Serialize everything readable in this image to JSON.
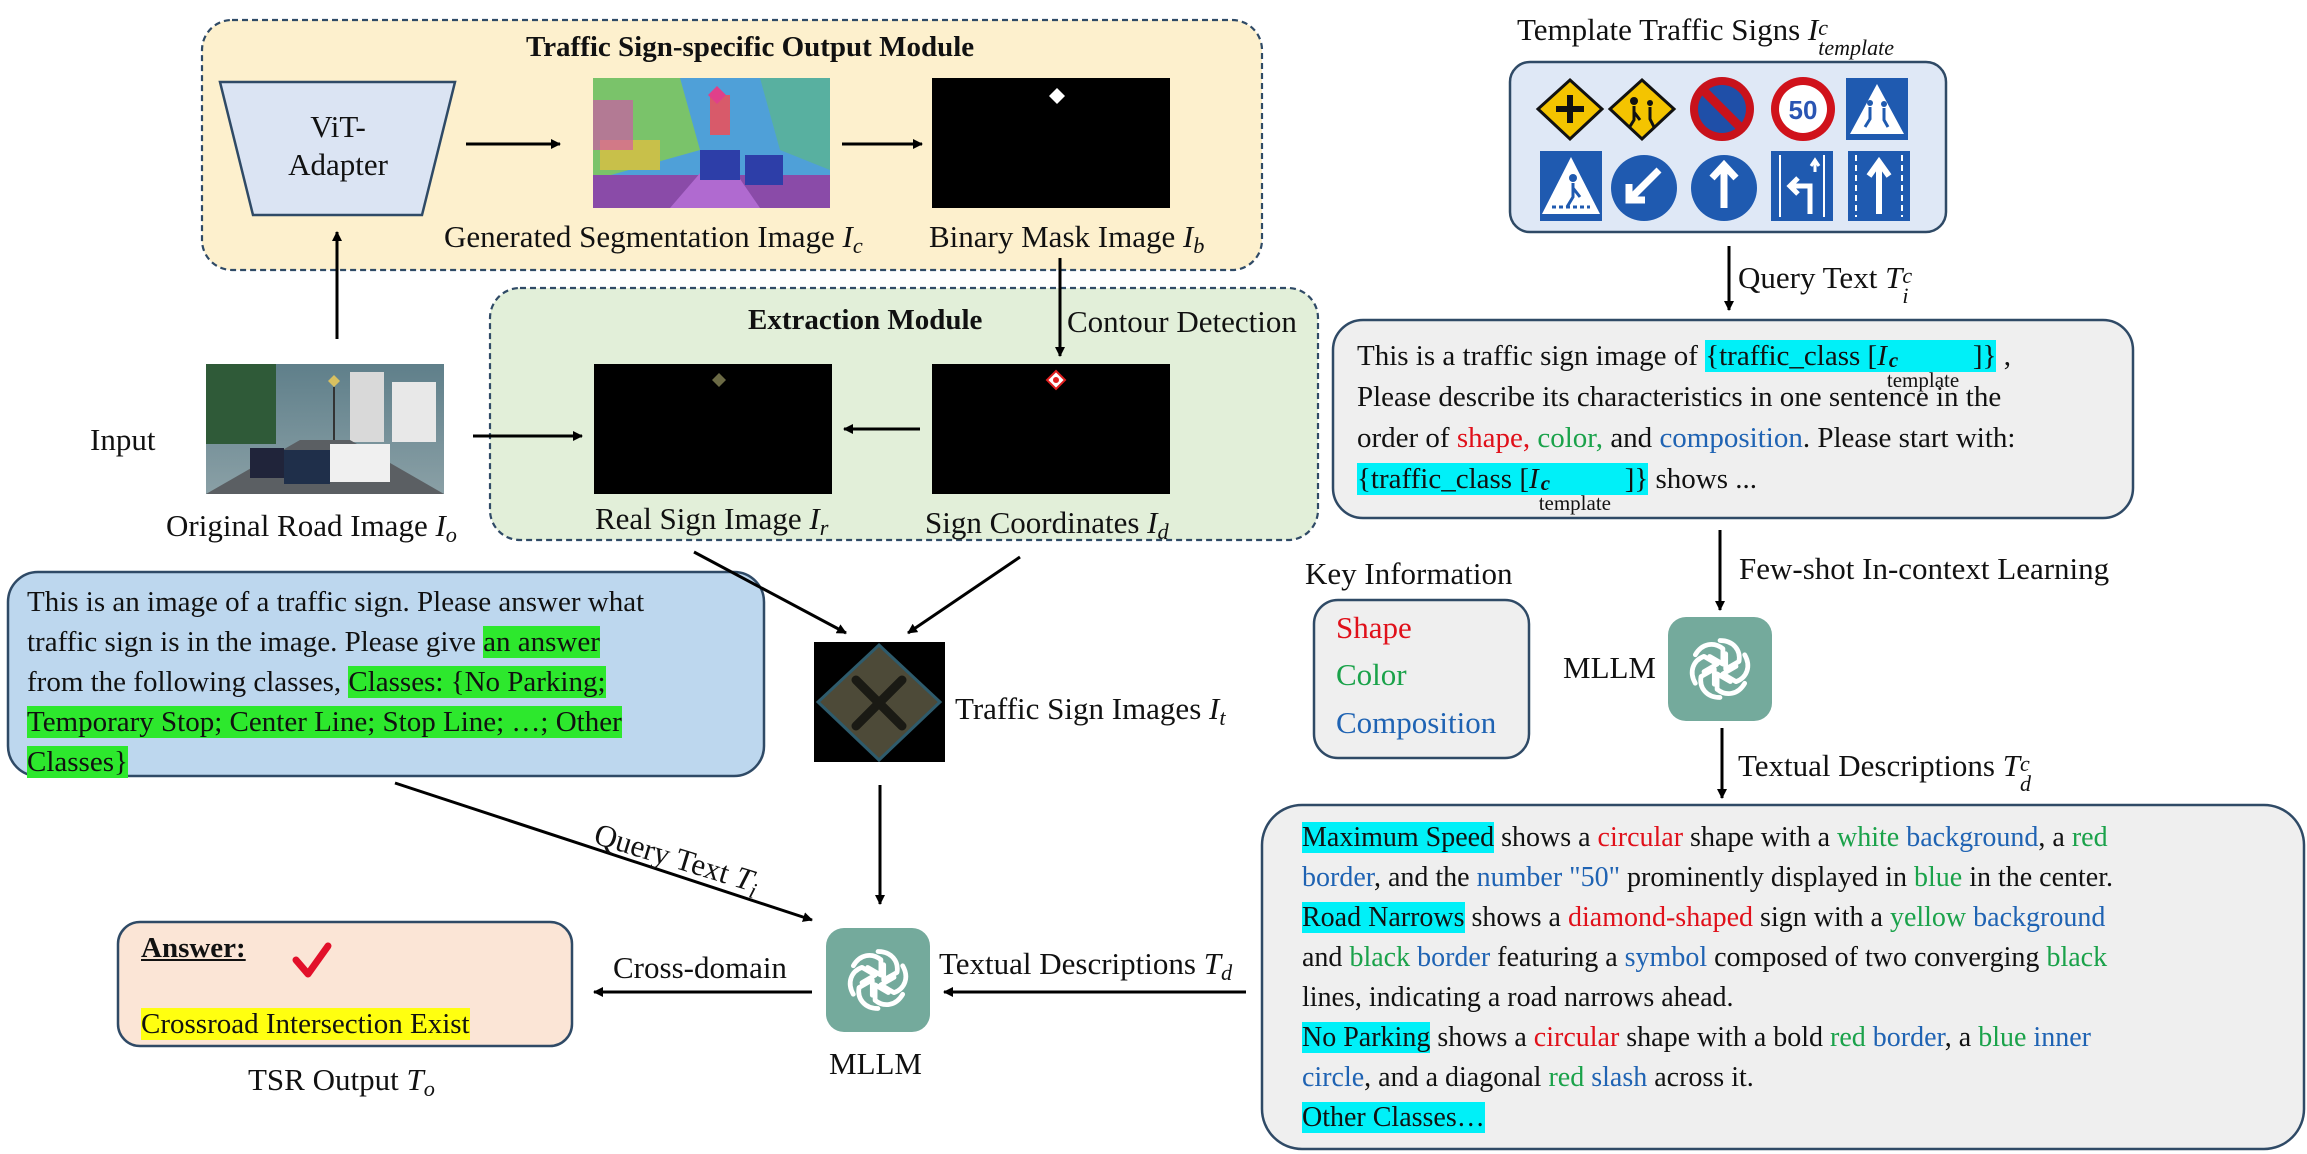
{
  "output_module": {
    "title": "Traffic Sign-specific Output Module",
    "vit_adapter": "ViT-\nAdapter",
    "seg_caption": "Generated Segmentation Image",
    "seg_sym": "I",
    "seg_sub": "c",
    "mask_caption": "Binary Mask Image",
    "mask_sym": "I",
    "mask_sub": "b"
  },
  "extraction_module": {
    "title": "Extraction Module",
    "contour_label": "Contour Detection",
    "real_caption": "Real Sign Image",
    "real_sym": "I",
    "real_sub": "r",
    "coord_caption": "Sign Coordinates",
    "coord_sym": "I",
    "coord_sub": "d"
  },
  "input": {
    "label": "Input",
    "road_caption": "Original Road Image",
    "road_sym": "I",
    "road_sub": "o"
  },
  "query_box": {
    "line1": "This is an image of a traffic sign. Please answer what",
    "line2a": "traffic sign is in the image. Please give ",
    "line2b": "an answer",
    "line3a": "from the following classes, ",
    "line3b": "Classes: {No Parking;",
    "line4": "Temporary Stop; Center Line; Stop Line;  …; Other",
    "line5": "Classes}"
  },
  "traffic_sign_images": {
    "caption": "Traffic Sign Images",
    "sym": "I",
    "sub": "t"
  },
  "query_text": {
    "label": "Query Text",
    "sym": "T",
    "sub": "i"
  },
  "answer": {
    "title": "Answer:",
    "value": "Crossroad Intersection Exist",
    "caption": "TSR Output",
    "sym": "T",
    "sub": "o"
  },
  "cross_domain": "Cross-domain",
  "mllm_label": "MLLM",
  "textual_descriptions": {
    "label": "Textual Descriptions",
    "sym": "T",
    "sub": "d"
  },
  "template": {
    "title": "Template Traffic Signs",
    "sym": "I",
    "sub": "template",
    "sup": "c",
    "speed_number": "50"
  },
  "query_text_c": {
    "label": "Query Text",
    "sym": "T",
    "sub": "i",
    "sup": "c"
  },
  "prompt_box": {
    "l1a": "This is a traffic sign image of ",
    "l1b": "{traffic_class [",
    "l1c": "]}",
    "l1d": " ,",
    "l2": "Please describe its characteristics in one sentence in the",
    "l3a": "order of ",
    "l3b": "shape,",
    "l3c": "color,",
    "l3d": " and ",
    "l3e": "composition",
    "l3f": ". Please start with:",
    "l4a": "{traffic_class [",
    "l4b": "]}",
    "l4c": " shows ...",
    "sym": "I",
    "sup": "c",
    "sub": "template"
  },
  "few_shot": "Few-shot In-context Learning",
  "key_info": {
    "title": "Key Information",
    "items": [
      "Shape",
      "Color",
      "Composition"
    ]
  },
  "textual_descriptions_c": {
    "label": "Textual Descriptions",
    "sym": "T",
    "sub": "d",
    "sup": "c"
  },
  "desc_box": {
    "p1": [
      "Maximum Speed",
      " shows a ",
      "circular",
      " shape with a ",
      "white",
      " ",
      "background",
      ", a ",
      "red",
      "border",
      ", and the ",
      "number \"50\"",
      " prominently displayed in ",
      "blue",
      " in the center."
    ],
    "p2": [
      "Road Narrows",
      " shows a ",
      "diamond-shaped",
      " sign with a ",
      "yellow",
      " ",
      "background",
      "and ",
      "black",
      " ",
      "border",
      " featuring a ",
      "symbol",
      " composed of two converging ",
      "black",
      "lines, indicating a road narrows ahead."
    ],
    "p3": [
      "No Parking",
      " shows a ",
      "circular",
      " shape with a bold ",
      "red",
      " ",
      "border",
      ", a ",
      "blue",
      " ",
      "inner",
      "circle",
      ", and a diagonal ",
      "red",
      " ",
      "slash",
      " across it."
    ],
    "p4": "Other Classes…"
  },
  "colors": {
    "output_module_fill": "#fdf0cd",
    "extraction_fill": "#e2efd9",
    "query_fill": "#bdd7ee",
    "prompt_fill": "#efefef",
    "answer_fill": "#fbe5d6",
    "openai_tile": "#74aa9c",
    "cyan_highlight": "#00f0f8",
    "green_highlight": "#2de82d",
    "yellow_highlight": "#ffff10",
    "red_text": "#e0101a",
    "green_text": "#1aa24a",
    "blue_text": "#1f63b3"
  },
  "icons": [
    "openai-logo-icon",
    "check-mark-icon"
  ]
}
